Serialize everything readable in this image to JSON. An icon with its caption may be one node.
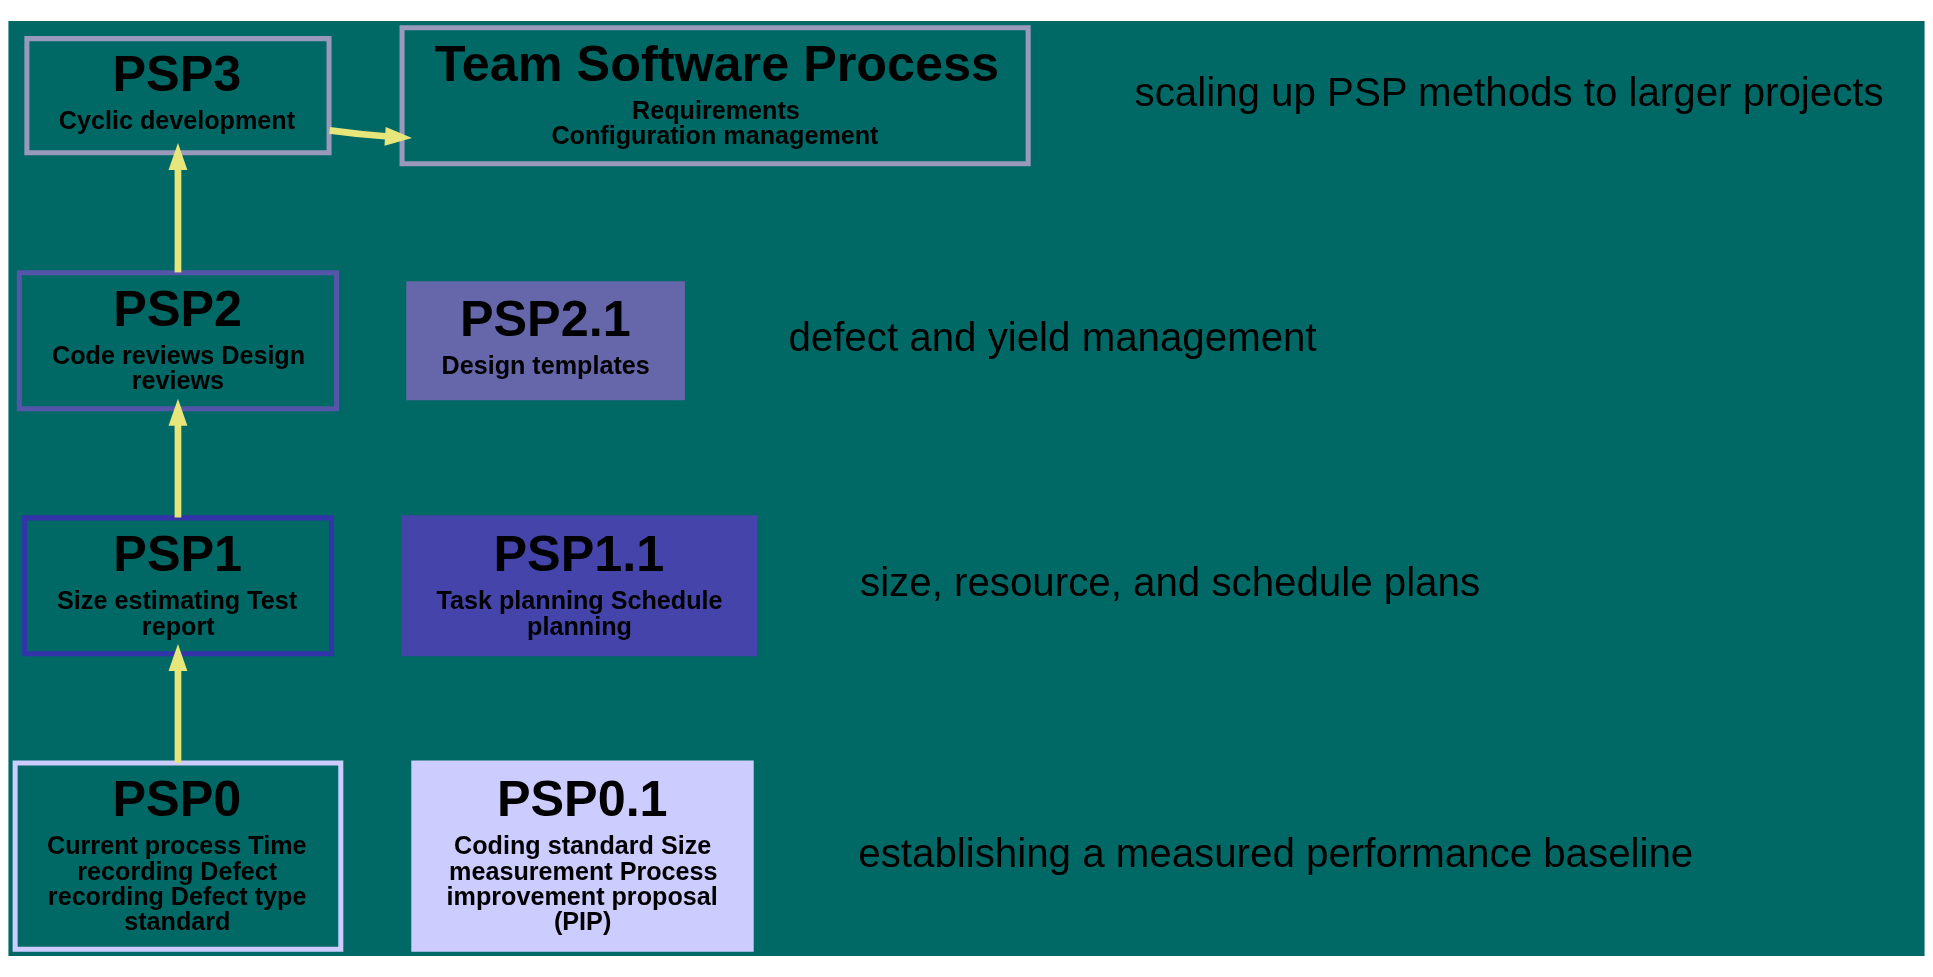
{
  "diagram": {
    "nodes": [
      {
        "text": [
          "PSP0",
          "Current process Time recording Defect recording Defect type standard"
        ]
      },
      {
        "text": [
          "PSP0.1",
          "Coding standard Size measurement Process improvement proposal (PIP)"
        ]
      },
      {
        "text": [
          "PSP1",
          "Size estimating Test report"
        ]
      },
      {
        "text": [
          "PSP1.1",
          "Task planning Schedule planning"
        ]
      },
      {
        "text": [
          "PSP2",
          "Code reviews Design reviews"
        ]
      },
      {
        "text": [
          "PSP2.1",
          "Design templates"
        ]
      },
      {
        "text": [
          "PSP3",
          "Cyclic development"
        ]
      },
      {
        "text": [
          "Team Software Process",
          "Requirements Configuration management"
        ]
      }
    ],
    "edges": [
      {
        "from": 0,
        "to": 2,
        "arrow": "to"
      },
      {
        "from": 2,
        "to": 4,
        "arrow": "to"
      },
      {
        "from": 4,
        "to": 6,
        "arrow": "to"
      },
      {
        "from": 6,
        "to": 7,
        "arrow": "to"
      }
    ],
    "labels": [
      "scaling up PSP methods to larger projects",
      "defect and yield management",
      "size, resource, and schedule plans",
      "establishing a measured performance baseline"
    ]
  }
}
